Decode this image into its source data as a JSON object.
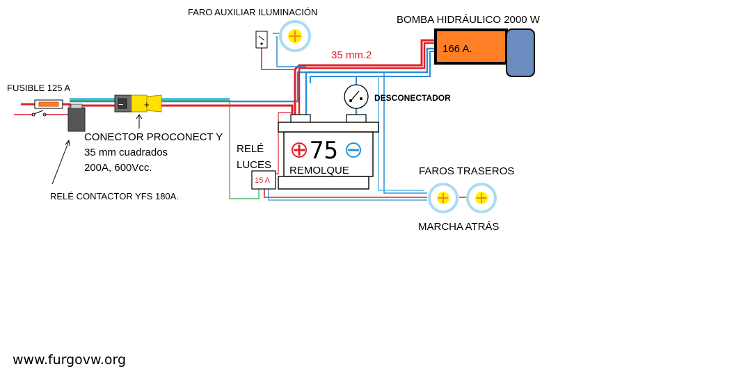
{
  "labels": {
    "faro_auxiliar": "FARO AUXILIAR ILUMINACIÓN",
    "bomba": "BOMBA HIDRÁULICO  2000 W",
    "bomba_current": "166 A.",
    "cable_section": "35 mm.2",
    "fusible": "FUSIBLE 125 A",
    "desconectador": "DESCONECTADOR",
    "conector_line1": "CONECTOR PROCONECT Y",
    "conector_line2": "35 mm cuadrados",
    "conector_line3": "200A, 600Vcc.",
    "rele_line1": "RELÉ",
    "rele_line2": "LUCES",
    "rele_fuse": "15 A",
    "battery_plus": "+",
    "battery_number": "75",
    "battery_name": "REMOLQUE",
    "faros_traseros": "FAROS TRASEROS",
    "marcha_atras": "MARCHA  ATRÁS",
    "rele_contactor": "RELÉ CONTACTOR YFS 180A.",
    "website": "www.furgovw.org"
  },
  "colors": {
    "wire_red": "#e0202a",
    "wire_blue": "#2a8fd8",
    "wire_green": "#2aa84a",
    "wire_light_blue": "#5bb8e8",
    "pump_orange": "#ff7f27",
    "pump_motor": "#6a8cbf",
    "lamp_yellow": "#fff200",
    "lamp_ring": "#a8dcf0",
    "connector_yellow": "#ffe000"
  }
}
